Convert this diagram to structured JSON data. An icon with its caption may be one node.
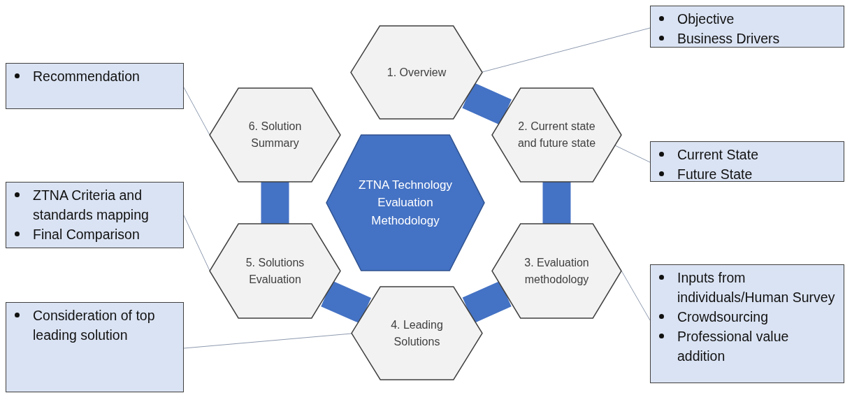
{
  "diagram": {
    "nodes": [
      {
        "text": [
          "ZTNA Technology Evaluation Methodology"
        ]
      },
      {
        "text": [
          "1. Overview"
        ]
      },
      {
        "text": [
          "2. Current state and future state"
        ]
      },
      {
        "text": [
          "3. Evaluation methodology"
        ]
      },
      {
        "text": [
          "4. Leading Solutions"
        ]
      },
      {
        "text": [
          "5. Solutions Evaluation"
        ]
      },
      {
        "text": [
          "6. Solution Summary"
        ]
      },
      {
        "text": [
          "Objective",
          "Business Drivers"
        ]
      },
      {
        "text": [
          "Recommendation"
        ]
      },
      {
        "text": [
          "Current State",
          "Future State"
        ]
      },
      {
        "text": [
          "ZTNA Criteria and standards mapping",
          "Final Comparison"
        ]
      },
      {
        "text": [
          "Inputs from individuals/Human Survey",
          "Crowdsourcing",
          "Professional value addition"
        ]
      },
      {
        "text": [
          "Consideration of top leading solution"
        ]
      }
    ],
    "edges": [
      {
        "from": 1,
        "to": 2,
        "arrow": "none",
        "style": "thick",
        "color": "#4472c4"
      },
      {
        "from": 2,
        "to": 3,
        "arrow": "none",
        "style": "thick",
        "color": "#4472c4"
      },
      {
        "from": 3,
        "to": 4,
        "arrow": "none",
        "style": "thick",
        "color": "#4472c4"
      },
      {
        "from": 4,
        "to": 5,
        "arrow": "none",
        "style": "thick",
        "color": "#4472c4"
      },
      {
        "from": 5,
        "to": 6,
        "arrow": "none",
        "style": "thick",
        "color": "#4472c4"
      },
      {
        "from": 7,
        "to": 1,
        "arrow": "none"
      },
      {
        "from": 8,
        "to": 6,
        "arrow": "none"
      },
      {
        "from": 9,
        "to": 2,
        "arrow": "none"
      },
      {
        "from": 10,
        "to": 5,
        "arrow": "none"
      },
      {
        "from": 11,
        "to": 3,
        "arrow": "none"
      },
      {
        "from": 12,
        "to": 4,
        "arrow": "none"
      }
    ]
  }
}
